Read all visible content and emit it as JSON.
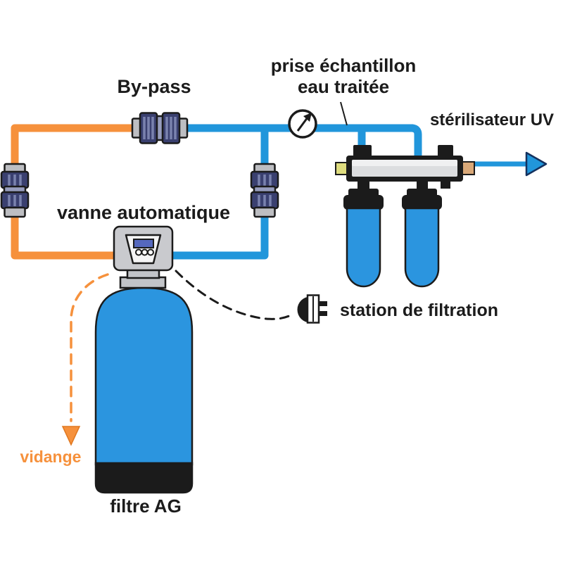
{
  "diagram": {
    "labels": {
      "bypass": "By-pass",
      "sample_tap_line1": "prise échantillon",
      "sample_tap_line2": "eau traitée",
      "uv_sterilizer": "stérilisateur UV",
      "automatic_valve": "vanne automatique",
      "filtration_station": "station de filtration",
      "ag_filter": "filtre AG",
      "drain": "vidange"
    },
    "colors": {
      "raw_water_orange": "#F6913C",
      "treated_water_blue": "#2196DB",
      "tank_blue": "#2B95DF",
      "fitting_navy": "#3A4070",
      "metal_gray": "#C9CACE",
      "display_blue": "#5568BE",
      "brass_tan": "#D9A878",
      "lamp_yellow": "#DEDC7E",
      "ink_black": "#1B1B1B"
    },
    "icons": {
      "pressure_gauge": "pressure-gauge-icon",
      "power_plug": "power-plug-icon",
      "flow_arrow": "flow-arrow-icon",
      "drain_arrow": "drain-arrow-icon"
    }
  }
}
